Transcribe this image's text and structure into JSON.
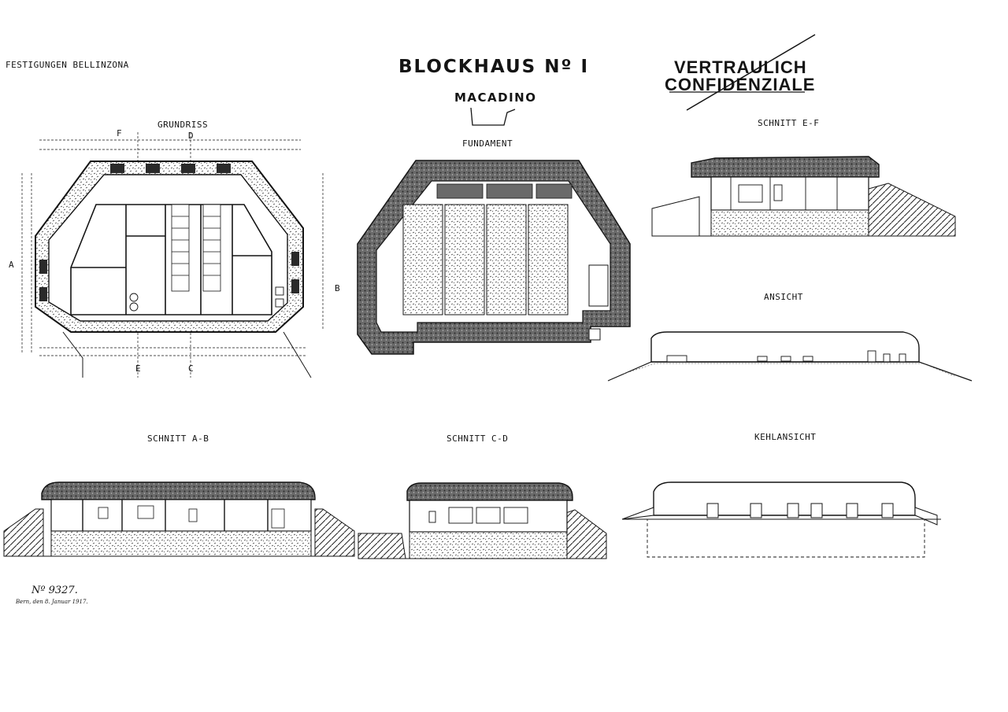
{
  "header": {
    "org": "FESTIGUNGEN  BELLINZONA",
    "title": "BLOCKHAUS  Nº I",
    "subtitle": "MACADINO"
  },
  "stamp": {
    "line1": "VERTRAULICH",
    "line2": "CONFIDENZIALE"
  },
  "views": {
    "grundriss": "GRUNDRISS",
    "fundament": "FUNDAMENT",
    "schnitt_ef": "SCHNITT  E-F",
    "ansicht": "ANSICHT",
    "schnitt_ab": "SCHNITT  A-B",
    "schnitt_cd": "SCHNITT  C-D",
    "kehlansicht": "KEHLANSICHT"
  },
  "section_markers": {
    "a": "A",
    "b": "B",
    "c": "C",
    "d": "D",
    "e": "E",
    "f": "F"
  },
  "footer": {
    "number": "Nº 9327.",
    "date_line": "Bern, den 8. Januar 1917."
  },
  "colors": {
    "ink": "#141414",
    "paper": "#ffffff",
    "concrete_fill": "#5a5a5a"
  }
}
